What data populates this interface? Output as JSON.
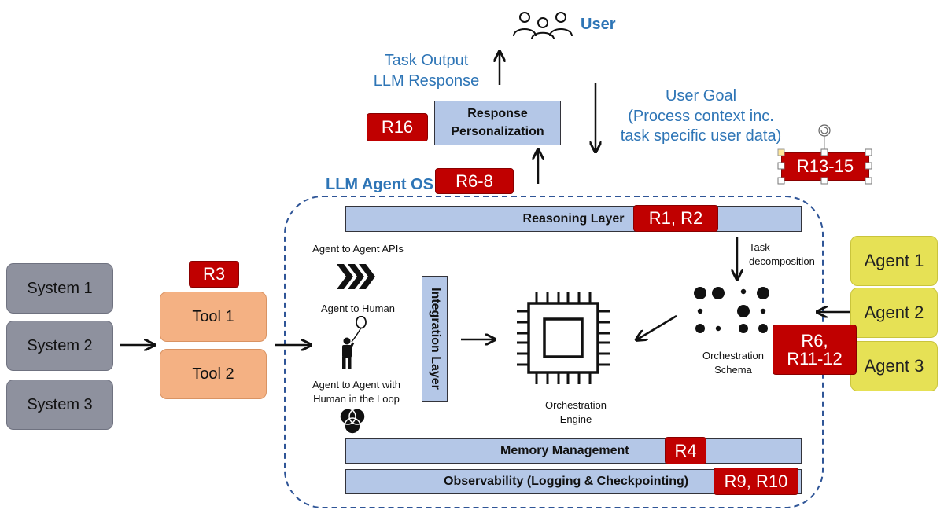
{
  "user": {
    "label": "User",
    "icon": "users-icon"
  },
  "task_output": {
    "line1": "Task Output",
    "line2": "LLM Response"
  },
  "user_goal": {
    "line1": "User Goal",
    "line2": "(Process context inc.",
    "line3": "task specific user data)"
  },
  "response_personalization": {
    "line1": "Response",
    "line2": "Personalization"
  },
  "os_label": "LLM Agent OS",
  "tags": {
    "r16": "R16",
    "r6_8": "R6-8",
    "r13_15": "R13-15",
    "r1_r2": "R1, R2",
    "r3": "R3",
    "r4": "R4",
    "r9_r10": "R9, R10",
    "r6_line1": "R6,",
    "r6_line2": "R11-12"
  },
  "systems": [
    "System 1",
    "System 2",
    "System 3"
  ],
  "tools": [
    "Tool 1",
    "Tool 2"
  ],
  "agents": [
    "Agent 1",
    "Agent 2",
    "Agent 3"
  ],
  "layers": {
    "reasoning": "Reasoning Layer",
    "memory": "Memory Management",
    "observability": "Observability (Logging & Checkpointing)",
    "integration": "Integration Layer"
  },
  "integration": {
    "a2a_apis": "Agent to Agent APIs",
    "a2h": "Agent to Human",
    "a2a_hitl_line1": "Agent to Agent with",
    "a2a_hitl_line2": "Human in the Loop"
  },
  "engine": {
    "line1": "Orchestration",
    "line2": "Engine"
  },
  "schema": {
    "line1": "Orchestration",
    "line2": "Schema"
  },
  "task_decomp": {
    "line1": "Task",
    "line2": "decomposition"
  },
  "colors": {
    "tag_red": "#c00000",
    "layer_blue": "#b4c7e7",
    "system_gray": "#8e919e",
    "tool_orange": "#f4b183",
    "agent_yellow": "#e6e155",
    "text_blue": "#2e75b6"
  }
}
